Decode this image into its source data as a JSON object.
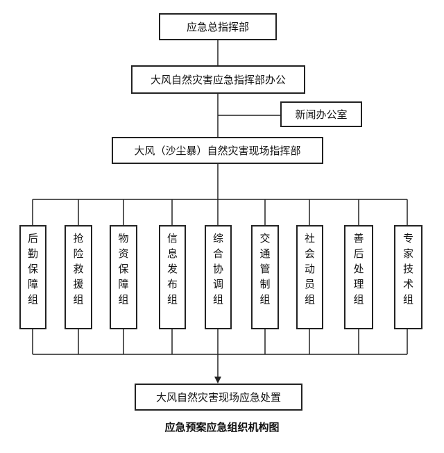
{
  "top": {
    "hq": "应急总指挥部",
    "office": "大风自然灾害应急指挥部办公",
    "press": "新闻办公室",
    "site": "大风（沙尘暴）自然灾害现场指挥部"
  },
  "groups": [
    "后勤保障组",
    "抢险救援组",
    "物资保障组",
    "信息发布组",
    "综合协调组",
    "交通管制组",
    "社会动员组",
    "善后处理组",
    "专家技术组"
  ],
  "bottom": "大风自然灾害现场应急处置",
  "caption": "应急预案应急组织机构图"
}
